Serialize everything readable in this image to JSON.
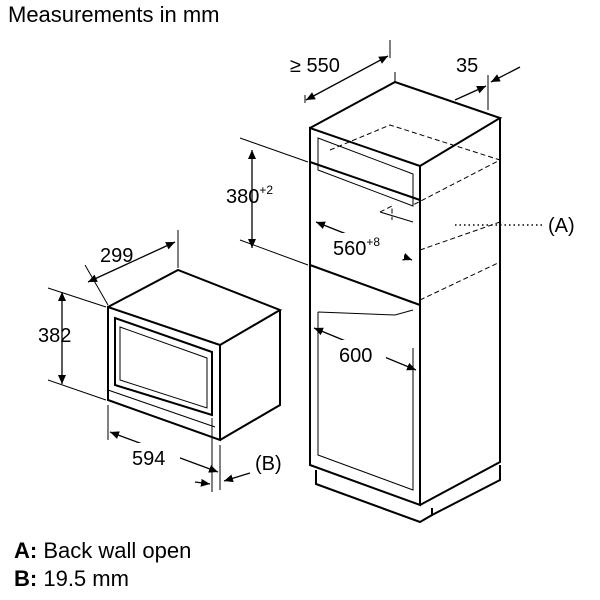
{
  "title": "Measurements in mm",
  "dimensions": {
    "depth_min": "≥ 550",
    "back_gap": "35",
    "niche_height": "380",
    "niche_height_tol": "+2",
    "niche_width": "560",
    "niche_width_tol": "+8",
    "cabinet_width": "600",
    "device_depth": "299",
    "device_height": "382",
    "device_width": "594",
    "marker_a": "(A)",
    "marker_b": "(B)"
  },
  "legend": [
    {
      "key": "A:",
      "text": "Back wall open"
    },
    {
      "key": "B:",
      "text": "19.5 mm"
    }
  ]
}
